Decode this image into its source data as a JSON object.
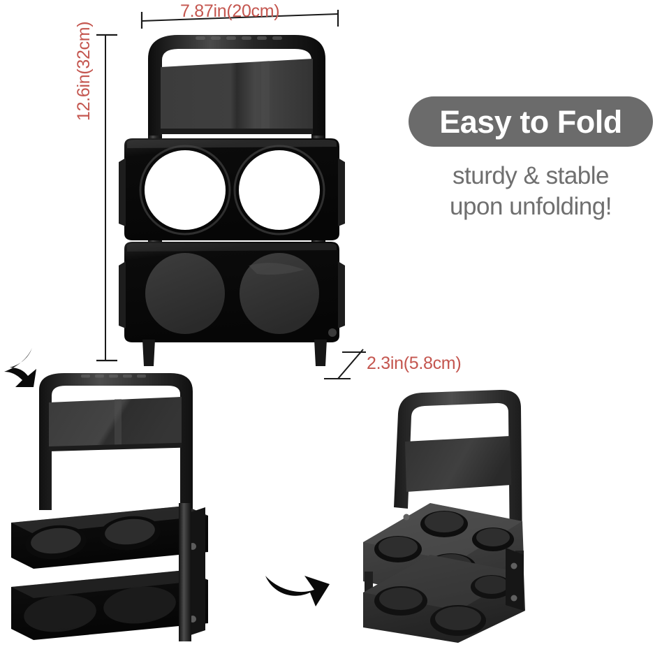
{
  "headline": {
    "badge_text": "Easy to Fold",
    "badge_color": "#6b6b6b",
    "badge_text_color": "#ffffff",
    "subtitle_line1": "sturdy & stable",
    "subtitle_line2": "upon unfolding!",
    "subtitle_color": "#6f6f6f"
  },
  "dimensions": {
    "accent_color": "#c4564f",
    "width": "7.87in(20cm)",
    "height": "12.6in(32cm)",
    "depth": "2.3in(5.8cm)"
  },
  "products": {
    "main": {
      "name": "folding-cup-carrier-front-view",
      "state": "unfolded-front",
      "tiers": 2,
      "cup_slots_per_tier": 2,
      "body_color": "#141414",
      "accent_panel_color": "#3a3a3a"
    },
    "folded": {
      "name": "folding-cup-carrier-folded",
      "state": "folded-flat",
      "body_color": "#1a1a1a"
    },
    "unfolded": {
      "name": "folding-cup-carrier-unfolded",
      "state": "unfolded-open",
      "cup_slots": 4,
      "body_color": "#2b2b2b"
    }
  },
  "arrows": {
    "fold_arrow_label": "fold-down-arrow",
    "unfold_arrow_label": "unfold-right-arrow",
    "color": "#0a0a0a"
  },
  "background_color": "#ffffff"
}
